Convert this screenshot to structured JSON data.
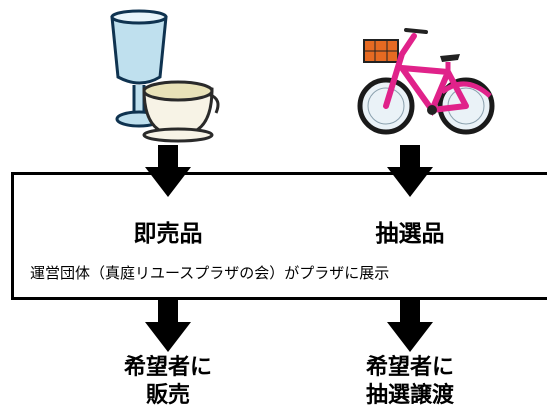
{
  "diagram": {
    "left_item": {
      "label": "即売品",
      "icon": "glass-and-cup-icon"
    },
    "right_item": {
      "label": "抽選品",
      "icon": "bicycle-icon"
    },
    "note": "運営団体（真庭リユースプラザの会）がプラザに展示",
    "left_result": {
      "line1": "希望者に",
      "line2": "販売"
    },
    "right_result": {
      "line1": "希望者に",
      "line2": "抽選譲渡"
    }
  }
}
